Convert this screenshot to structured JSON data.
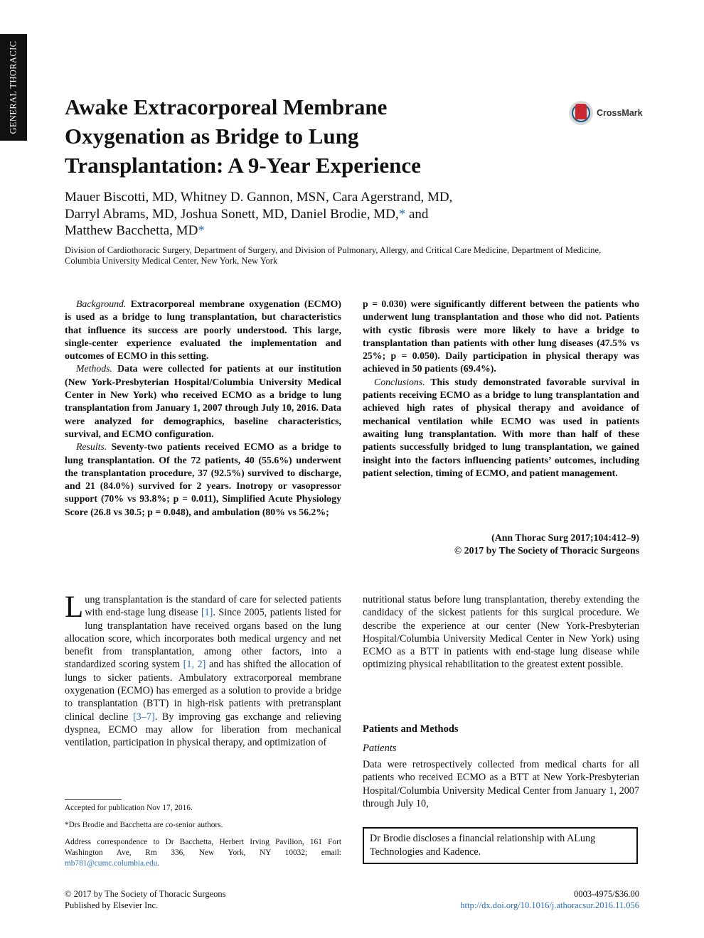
{
  "side_tab": "GENERAL THORACIC",
  "title": "Awake Extracorporeal Membrane Oxygenation as Bridge to Lung Transplantation: A 9-Year Experience",
  "crossmark_label": "CrossMark",
  "authors": {
    "line1": "Mauer Biscotti, MD, Whitney D. Gannon, MSN, Cara Agerstrand, MD,",
    "line2a": "Darryl Abrams, MD, Joshua Sonett, MD, Daniel Brodie, MD,",
    "line2b": " and",
    "line3a": "Matthew Bacchetta, MD",
    "star": "*"
  },
  "affiliation": "Division of Cardiothoracic Surgery, Department of Surgery, and Division of Pulmonary, Allergy, and Critical Care Medicine, Department of Medicine, Columbia University Medical Center, New York, New York",
  "abstract": {
    "background_label": "Background.",
    "background": " Extracorporeal membrane oxygenation (ECMO) is used as a bridge to lung transplantation, but characteristics that influence its success are poorly understood. This large, single-center experience evaluated the implementation and outcomes of ECMO in this setting.",
    "methods_label": "Methods.",
    "methods": " Data were collected for patients at our institution (New York-Presbyterian Hospital/Columbia University Medical Center in New York) who received ECMO as a bridge to lung transplantation from January 1, 2007 through July 10, 2016. Data were analyzed for demographics, baseline characteristics, survival, and ECMO configuration.",
    "results_label": "Results.",
    "results": " Seventy-two patients received ECMO as a bridge to lung transplantation. Of the 72 patients, 40 (55.6%) underwent the transplantation procedure, 37 (92.5%) survived to discharge, and 21 (84.0%) survived for 2 years. Inotropy or vasopressor support (70% vs 93.8%; p = 0.011), Simplified Acute Physiology Score (26.8 vs 30.5; p = 0.048), and ambulation (80% vs 56.2%;",
    "results_cont": "p = 0.030) were significantly different between the patients who underwent lung transplantation and those who did not. Patients with cystic fibrosis were more likely to have a bridge to transplantation than patients with other lung diseases (47.5% vs 25%; p = 0.050). Daily participation in physical therapy was achieved in 50 patients (69.4%).",
    "conclusions_label": "Conclusions.",
    "conclusions": " This study demonstrated favorable survival in patients receiving ECMO as a bridge to lung transplantation and achieved high rates of physical therapy and avoidance of mechanical ventilation while ECMO was used in patients awaiting lung transplantation. With more than half of these patients successfully bridged to lung transplantation, we gained insight into the factors influencing patients’ outcomes, including patient selection, timing of ECMO, and patient management.",
    "citation": "(Ann Thorac Surg 2017;104:412–9)",
    "copyright": "© 2017 by The Society of Thoracic Surgeons"
  },
  "body": {
    "dropcap": "L",
    "p1_a": "ung transplantation is the standard of care for selected patients with end-stage lung disease ",
    "ref1": "[1]",
    "p1_b": ". Since 2005, patients listed for lung transplantation have received organs based on the lung allocation score, which incorporates both medical urgency and net benefit from transplantation, among other factors, into a standardized scoring system ",
    "ref2": "[1, 2]",
    "p1_c": " and has shifted the allocation of lungs to sicker patients. Ambulatory extracorporeal membrane oxygenation (ECMO) has emerged as a solution to provide a bridge to transplantation (BTT) in high-risk patients with pretransplant clinical decline ",
    "ref3": "[3–7]",
    "p1_d": ". By improving gas exchange and relieving dyspnea, ECMO may allow for liberation from mechanical ventilation, participation in physical therapy, and optimization of",
    "p2": "nutritional status before lung transplantation, thereby extending the candidacy of the sickest patients for this surgical procedure. We describe the experience at our center (New York-Presbyterian Hospital/Columbia University Medical Center in New York) using ECMO as a BTT in patients with end-stage lung disease while optimizing physical rehabilitation to the greatest extent possible.",
    "section_heading": "Patients and Methods",
    "subsection_heading": "Patients",
    "p3": "Data were retrospectively collected from medical charts for all patients who received ECMO as a BTT at New York-Presbyterian Hospital/Columbia University Medical Center from January 1, 2007 through July 10,"
  },
  "footnotes": {
    "accepted": "Accepted for publication Nov 17, 2016.",
    "cosenior": "*Drs Brodie and Bacchetta are co-senior authors.",
    "address": "Address correspondence to Dr Bacchetta, Herbert Irving Pavilion, 161 Fort Washington Ave, Rm 336, New York, NY  10032; email: ",
    "email": "mb781@cumc.columbia.edu",
    "address_end": "."
  },
  "disclosure": "Dr Brodie discloses a financial relationship with ALung Technologies and Kadence.",
  "footer": {
    "copyright": "© 2017 by The Society of Thoracic Surgeons",
    "publisher": "Published by Elsevier Inc.",
    "issn": "0003-4975/$36.00",
    "doi": "http://dx.doi.org/10.1016/j.athoracsur.2016.11.056"
  },
  "colors": {
    "link": "#2a6fb6",
    "tab_bg": "#111111"
  }
}
